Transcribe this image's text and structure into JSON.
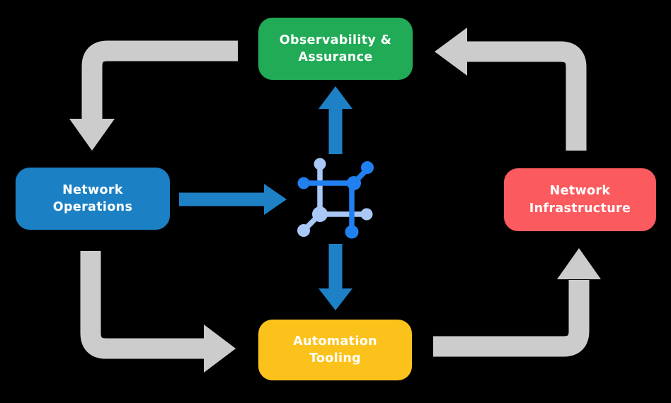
{
  "nodes": [
    {
      "id": "observability-assurance",
      "label": "Observability &\nAssurance",
      "color": "#21ab56"
    },
    {
      "id": "network-operations",
      "label": "Network\nOperations",
      "color": "#1b80c4"
    },
    {
      "id": "network-infrastructure",
      "label": "Network\nInfrastructure",
      "color": "#fb5b5e"
    },
    {
      "id": "automation-tooling",
      "label": "Automation\nTooling",
      "color": "#fcc21c"
    }
  ],
  "flows": {
    "outer_cycle": [
      {
        "from": "observability-assurance",
        "to": "network-operations"
      },
      {
        "from": "network-operations",
        "to": "automation-tooling"
      },
      {
        "from": "automation-tooling",
        "to": "network-infrastructure"
      },
      {
        "from": "network-infrastructure",
        "to": "observability-assurance"
      }
    ],
    "center_links": [
      {
        "from": "network-operations",
        "to": "center-icon"
      },
      {
        "from": "center-icon",
        "to": "observability-assurance"
      },
      {
        "from": "center-icon",
        "to": "automation-tooling"
      }
    ]
  },
  "icon": {
    "name": "network-mesh-icon"
  },
  "colors": {
    "background": "#000000",
    "outer_arrow": "#cccccc",
    "center_arrow": "#1e81c6",
    "icon_dark_blue": "#2180f0",
    "icon_light_blue": "#a9c8f5",
    "text": "#ffffff"
  }
}
